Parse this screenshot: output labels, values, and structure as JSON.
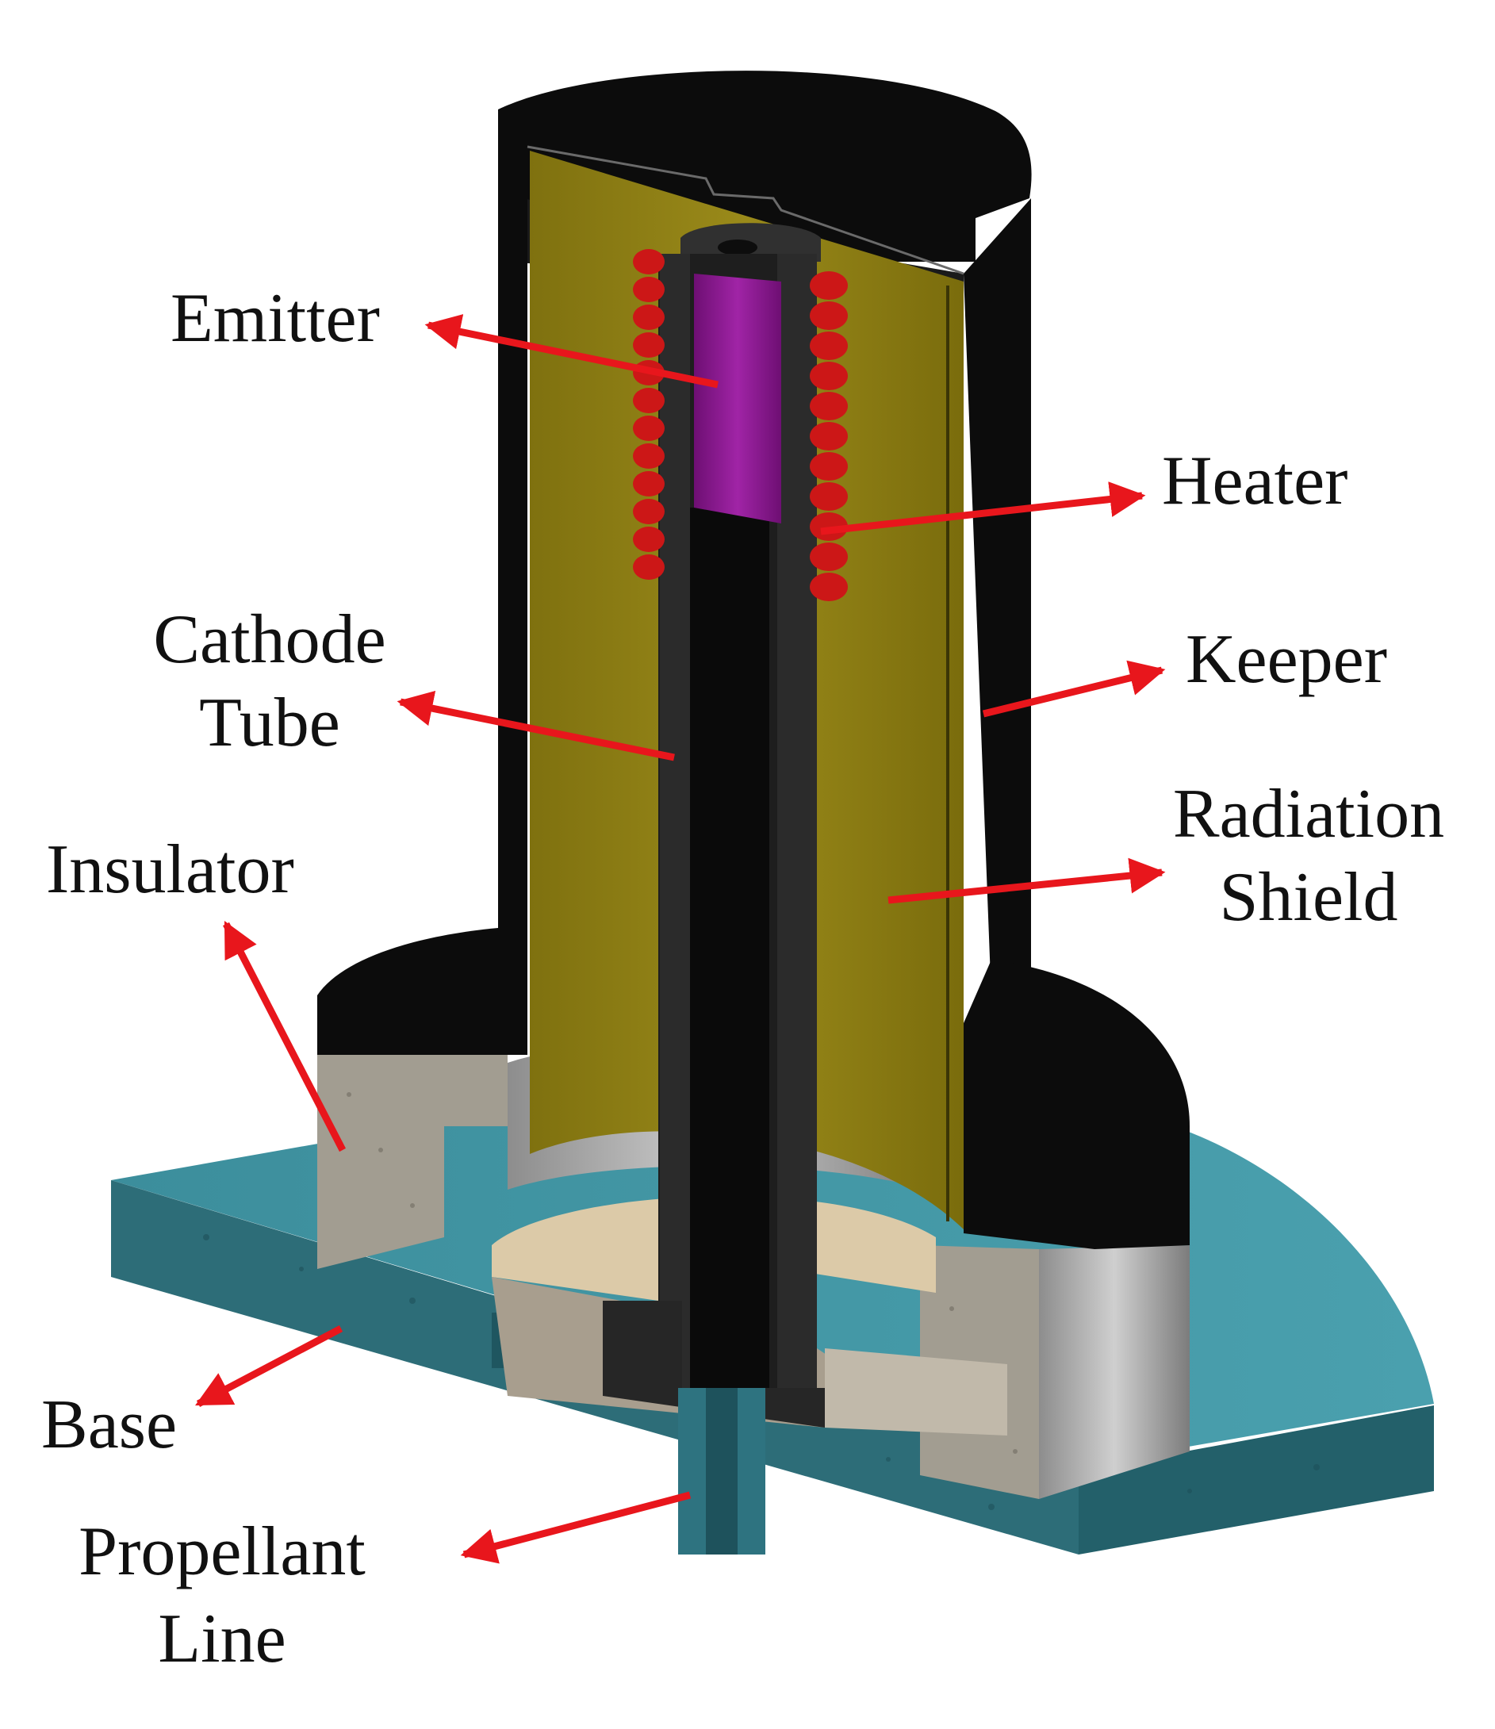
{
  "labels": {
    "emitter": "Emitter",
    "heater": "Heater",
    "cathode_tube_1": "Cathode",
    "cathode_tube_2": "Tube",
    "keeper": "Keeper",
    "radiation_shield_1": "Radiation",
    "radiation_shield_2": "Shield",
    "insulator": "Insulator",
    "base": "Base",
    "propellant_line_1": "Propellant",
    "propellant_line_2": "Line"
  },
  "colors": {
    "arrow": "#e8161c",
    "keeper": "#0c0c0c",
    "radiation_shield": "#8a7a12",
    "emitter": "#8a168f",
    "heater": "#cc1717",
    "base": "#3d8e9a",
    "insulator": "#9b968a",
    "cathode_tube": "#2a2a2a",
    "ceramic": "#d9c7a6"
  }
}
